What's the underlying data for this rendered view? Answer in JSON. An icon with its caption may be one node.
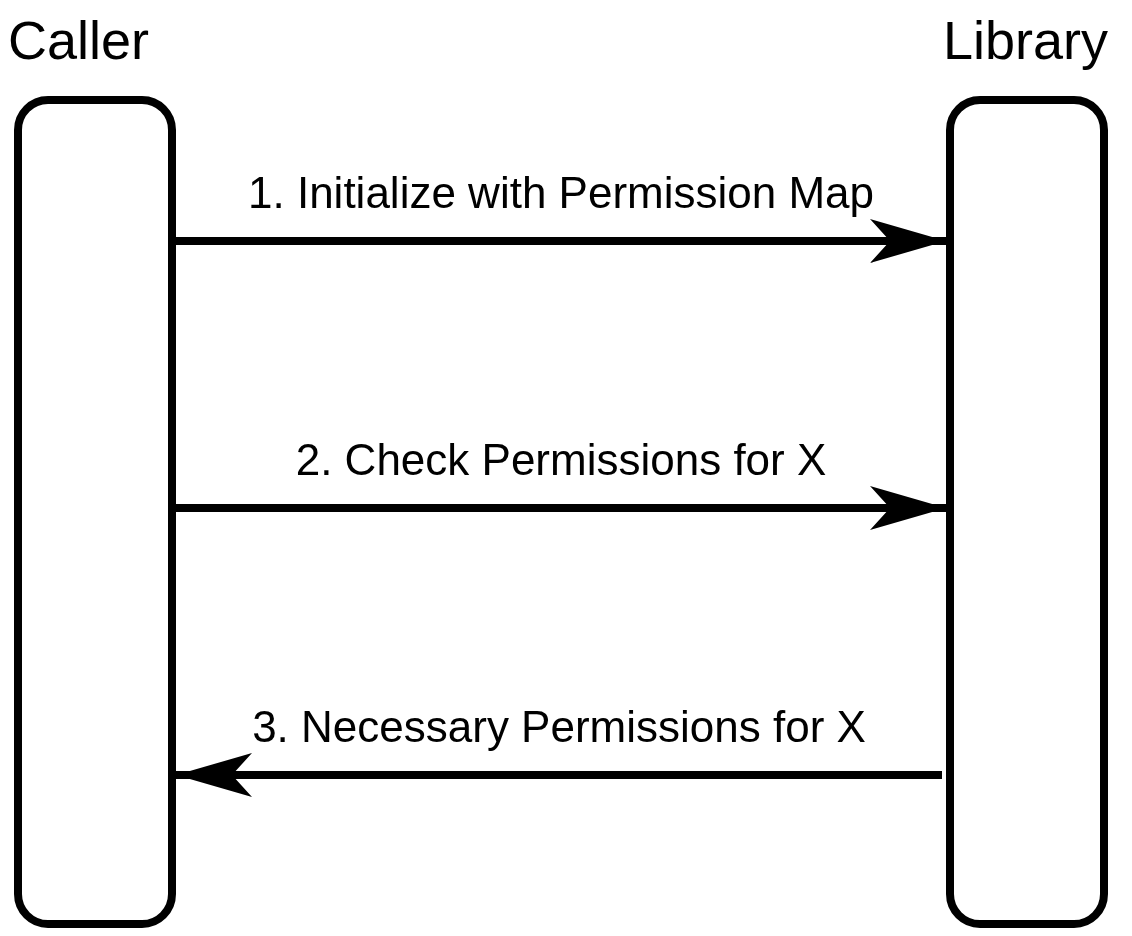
{
  "diagram": {
    "nodes": [
      {
        "text": [
          "Caller"
        ]
      },
      {
        "text": [
          "Library"
        ]
      }
    ],
    "edges": [
      {
        "from": 0,
        "to": 1,
        "arrow": "to",
        "label": "1. Initialize with Permission Map"
      },
      {
        "from": 0,
        "to": 1,
        "arrow": "to",
        "label": "2. Check Permissions for X"
      },
      {
        "from": 1,
        "to": 0,
        "arrow": "to",
        "label": "3. Necessary Permissions for X"
      }
    ]
  }
}
